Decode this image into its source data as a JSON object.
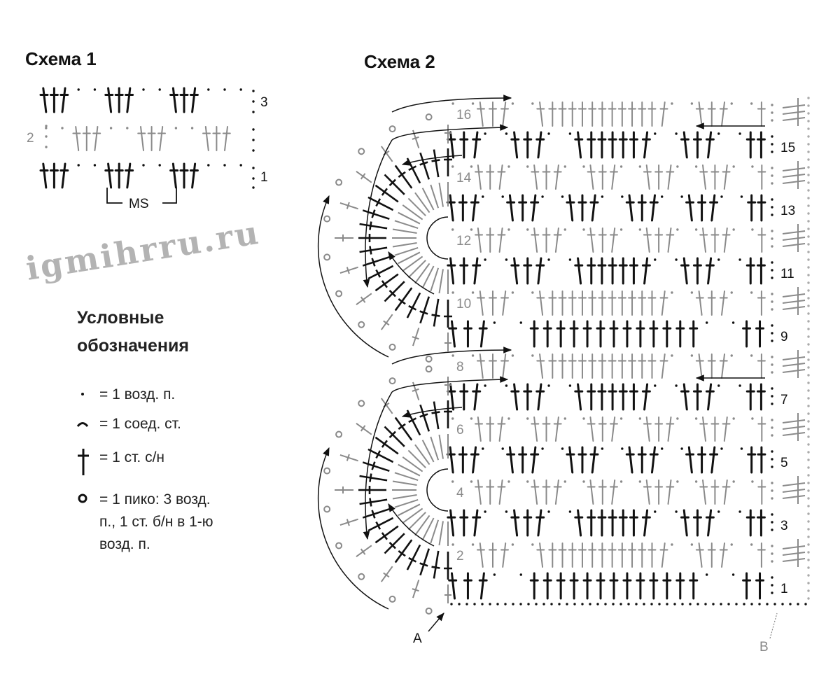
{
  "scheme1": {
    "title": "Схема 1",
    "row_labels": [
      "3",
      "2",
      "1"
    ],
    "repeat_label": "MS"
  },
  "scheme2": {
    "title": "Схема 2",
    "right_row_labels": [
      "15",
      "13",
      "11",
      "9",
      "7",
      "5",
      "3",
      "1"
    ],
    "left_row_labels": [
      "16",
      "14",
      "12",
      "10",
      "8",
      "6",
      "4",
      "2"
    ],
    "start_a": "A",
    "start_b": "B"
  },
  "legend": {
    "title_line1": "Условные",
    "title_line2": "обозначения",
    "items": [
      {
        "icon": "chain-dot",
        "text": "= 1 возд. п."
      },
      {
        "icon": "slip-stitch-arc",
        "text": "= 1 соед. ст."
      },
      {
        "icon": "double-crochet",
        "text": "= 1 ст. с/н"
      },
      {
        "icon": "picot-circle",
        "text": "= 1 пико: 3 возд.",
        "text2": "п., 1 ст. б/н в 1-ю",
        "text3": "возд. п."
      }
    ]
  },
  "watermark": "igmihrru.ru",
  "colors": {
    "odd_row": "#111111",
    "even_row": "#8a8a8a"
  }
}
